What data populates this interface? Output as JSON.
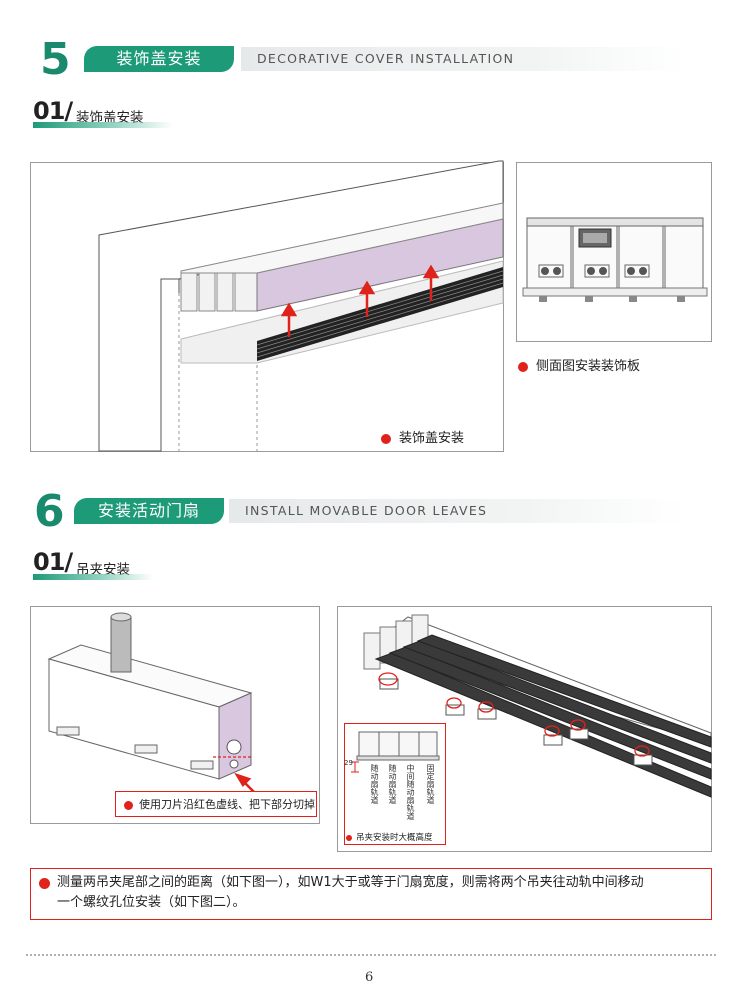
{
  "section5": {
    "number": "5",
    "title_cn": "装饰盖安装",
    "title_en": "DECORATIVE COVER INSTALLATION",
    "sub": {
      "number": "01/",
      "title": "装饰盖安装"
    },
    "figure_left_caption": "装饰盖安装",
    "figure_right_caption": "侧面图安装装饰板"
  },
  "section6": {
    "number": "6",
    "title_cn": "安装活动门扇",
    "title_en": "INSTALL MOVABLE DOOR LEAVES",
    "sub": {
      "number": "01/",
      "title": "吊夹安装"
    },
    "figure_left_caption": "使用刀片沿红色虚线、把下部分切掉",
    "figure_right_caption": "吊夹安装时大概高度",
    "track_labels": [
      "随动扇轨道",
      "随动扇轨道",
      "中间随动扇轨道",
      "固定扇轨道"
    ],
    "dim_label": "29"
  },
  "note": {
    "line1": "测量两吊夹尾部之间的距离（如下图一），如W1大于或等于门扇宽度，则需将两个吊夹往动轨中间移动",
    "line2": "一个螺纹孔位安装（如下图二）。"
  },
  "page_number": "6",
  "colors": {
    "accent": "#1d9a78",
    "red": "#e0221c",
    "lilac": "#d9c7e0"
  }
}
